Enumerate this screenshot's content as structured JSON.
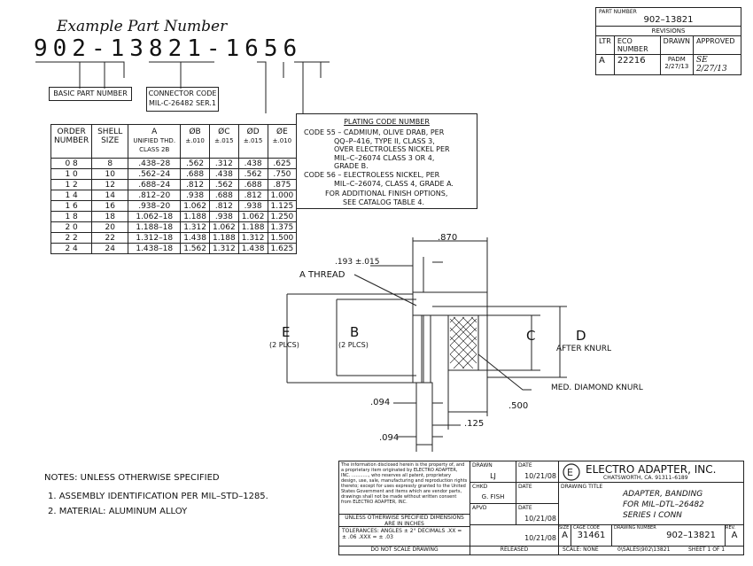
{
  "example": {
    "heading": "Example Part Number",
    "part_number": "902-13821-1656",
    "basic_part_label": "BASIC PART NUMBER",
    "connector_code_label": "CONNECTOR CODE",
    "connector_code_spec": "MIL-C-26482 SER.1"
  },
  "order_table": {
    "headers": [
      {
        "line1": "ORDER",
        "line2": "NUMBER",
        "line3": ""
      },
      {
        "line1": "SHELL",
        "line2": "SIZE",
        "line3": ""
      },
      {
        "line1": "A",
        "line2": "UNIFIED THD.",
        "line3": "CLASS 2B"
      },
      {
        "line1": "ØB",
        "line2": "±.010",
        "line3": ""
      },
      {
        "line1": "ØC",
        "line2": "±.015",
        "line3": ""
      },
      {
        "line1": "ØD",
        "line2": "±.015",
        "line3": ""
      },
      {
        "line1": "ØE",
        "line2": "±.010",
        "line3": ""
      }
    ],
    "rows": [
      [
        "0 8",
        "8",
        ".438–28",
        ".562",
        ".312",
        ".438",
        ".625"
      ],
      [
        "1 0",
        "10",
        ".562–24",
        ".688",
        ".438",
        ".562",
        ".750"
      ],
      [
        "1 2",
        "12",
        ".688–24",
        ".812",
        ".562",
        ".688",
        ".875"
      ],
      [
        "1 4",
        "14",
        ".812–20",
        ".938",
        ".688",
        ".812",
        "1.000"
      ],
      [
        "1 6",
        "16",
        ".938–20",
        "1.062",
        ".812",
        ".938",
        "1.125"
      ],
      [
        "1 8",
        "18",
        "1.062–18",
        "1.188",
        ".938",
        "1.062",
        "1.250"
      ],
      [
        "2 0",
        "20",
        "1.188–18",
        "1.312",
        "1.062",
        "1.188",
        "1.375"
      ],
      [
        "2 2",
        "22",
        "1.312–18",
        "1.438",
        "1.188",
        "1.312",
        "1.500"
      ],
      [
        "2 4",
        "24",
        "1.438–18",
        "1.562",
        "1.312",
        "1.438",
        "1.625"
      ]
    ]
  },
  "plating": {
    "title": "PLATING CODE NUMBER",
    "lines": [
      "CODE 55 – CADMIUM, OLIVE DRAB, PER",
      "QQ–P–416, TYPE II, CLASS 3,",
      "OVER ELECTROLESS NICKEL PER",
      "MIL–C–26074 CLASS 3 OR 4,",
      "GRADE B.",
      "CODE 56 – ELECTROLESS NICKEL, PER",
      "MIL–C–26074, CLASS 4, GRADE A.",
      "FOR ADDITIONAL FINISH OPTIONS,",
      "SEE CATALOG TABLE 4."
    ]
  },
  "revision_block": {
    "part_number_label": "PART NUMBER",
    "part_number": "902–13821",
    "revisions_label": "REVISIONS",
    "col_ltr": "LTR",
    "col_eco": "ECO NUMBER",
    "col_drawn": "DRAWN",
    "col_approved": "APPROVED",
    "row_ltr": "A",
    "row_eco": "22216",
    "row_drawn_name": "PADM",
    "row_drawn_date": "2/27/13",
    "row_approved": "SE 2/27/13"
  },
  "dimensions": {
    "d870": ".870",
    "d193": ".193 ±.015",
    "a_thread": "A THREAD",
    "e_label": "E",
    "e_sub": "(2 PLCS)",
    "b_label": "B",
    "b_sub": "(2 PLCS)",
    "c_label": "C",
    "d_label": "D",
    "after_knurl": "AFTER KNURL",
    "knurl": "MED. DIAMOND KNURL",
    "d094a": ".094",
    "d500": ".500",
    "d125": ".125",
    "d094b": ".094"
  },
  "notes": {
    "heading": "NOTES: UNLESS OTHERWISE SPECIFIED",
    "items": [
      "1. ASSEMBLY IDENTIFICATION PER MIL–STD–1285.",
      "2. MATERIAL: ALUMINUM ALLOY"
    ]
  },
  "title_block": {
    "proprietary": "The information disclosed herein is the property of, and a proprietary item originated by ELECTRO ADAPTER, INC. ............, who reserves all patent, proprietary design, use, sale, manufacturing and reproduction rights thereto; except for uses expressly granted to the United States Government and items which are vendor parts, drawings shall not be made without written consent from ELECTRO ADAPTER, INC.",
    "dims_note": "UNLESS OTHERWISE SPECIFIED DIMENSIONS ARE IN INCHES",
    "tolerances": "TOLERANCES: ANGLES ± 2°   DECIMALS .XX = ± .06   .XXX = ± .03",
    "do_not_scale": "DO NOT SCALE DRAWING",
    "drawn_label": "DRAWN",
    "drawn_by": "LJ",
    "date_label": "DATE",
    "drawn_date": "10/21/08",
    "chkd_label": "CHKD",
    "chkd_by": "G. FISH",
    "apvd_label": "APVD",
    "apvd_date": "10/21/08",
    "released_label": "RELEASED",
    "released_date": "10/21/08",
    "company": "ELECTRO ADAPTER, INC.",
    "company_addr": "CHATSWORTH, CA. 91311–6189",
    "drawing_title_label": "DRAWING TITLE",
    "title_lines": [
      "ADAPTER, BANDING",
      "FOR MIL–DTL–26482",
      "SERIES I CONN"
    ],
    "size_label": "SIZE",
    "size": "A",
    "cage_label": "CAGE CODE",
    "cage": "31461",
    "drawing_number_label": "DRAWING NUMBER",
    "drawing_number": "902–13821",
    "rev_label": "REV.",
    "rev": "A",
    "scale": "SCALE: NONE",
    "file": "0\\SALES\\902\\13821",
    "sheet": "SHEET 1 OF 1"
  }
}
